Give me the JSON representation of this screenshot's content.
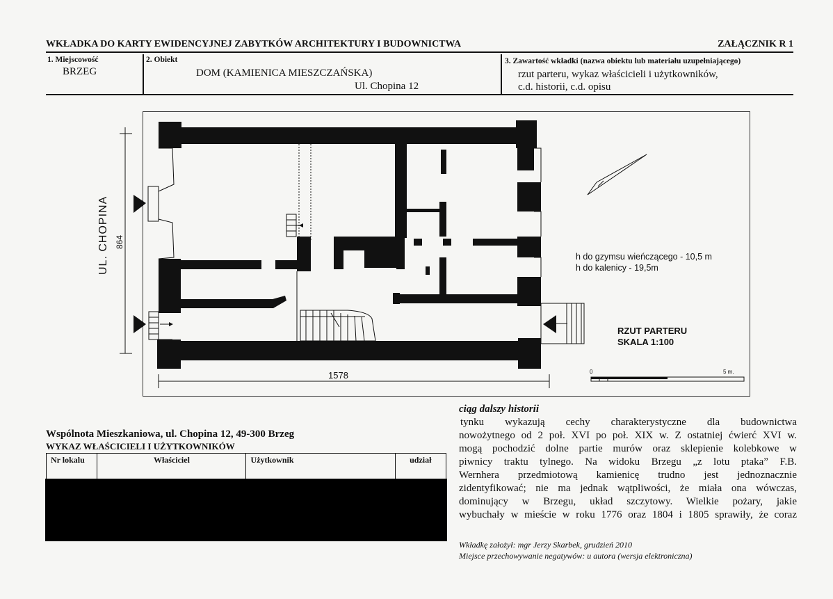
{
  "header": {
    "title": "WKŁADKA DO KARTY EWIDENCYJNEJ ZABYTKÓW ARCHITEKTURY I BUDOWNICTWA",
    "attachment": "ZAŁĄCZNIK R 1"
  },
  "fields": {
    "locality_label": "1. Miejscowość",
    "locality_value": "BRZEG",
    "object_label": "2. Obiekt",
    "object_value": "DOM (KAMIENICA MIESZCZAŃSKA)",
    "object_address": "Ul. Chopina 12",
    "contents_label": "3. Zawartość wkładki (nazwa obiektu lub materiału uzupełniającego)",
    "contents_line1": "rzut parteru, wykaz właścicieli i użytkowników,",
    "contents_line2": "c.d. historii, c.d. opisu"
  },
  "plan": {
    "street_label": "UL. CHOPINA",
    "depth_dimension": "864",
    "width_dimension": "1578",
    "height_cornice": "h do gzymsu wieńczącego - 10,5 m",
    "height_ridge": "h do kalenicy - 19,5m",
    "title": "RZUT PARTERU",
    "scale": "SKALA 1:100",
    "scalebar_start": "0",
    "scalebar_end": "5 m."
  },
  "owners": {
    "association": "Wspólnota Mieszkaniowa, ul. Chopina 12, 49-300 Brzeg",
    "list_title": "WYKAZ WŁAŚCICIELI I UŻYTKOWNIKÓW",
    "col_nr": "Nr lokalu",
    "col_owner": "Właściciel",
    "col_user": "Użytkownik",
    "col_share": "udział"
  },
  "history": {
    "heading": "ciąg dalszy historii",
    "lines": [
      "tynku wykazują cechy charakterystyczne dla budownictwa",
      "nowożytnego od 2 poł. XVI po poł. XIX w. Z ostatniej ćwierć XVI w.",
      "mogą pochodzić dolne partie murów oraz sklepienie kolebkowe w",
      "piwnicy traktu tylnego. Na widoku Brzegu „z lotu ptaka” F.B.",
      "Wernhera przedmiotową kamienicę trudno jest jednoznacznie",
      "zidentyfikować; nie ma jednak wątpliwości, że miała ona wówczas,",
      "dominujący w Brzegu, układ szczytowy. Wielkie pożary, jakie",
      "wybuchały w mieście w roku 1776 oraz 1804 i 1805 sprawiły, że coraz"
    ]
  },
  "footer": {
    "author": "Wkładkę założył: mgr Jerzy Skarbek, grudzień 2010",
    "negatives": "Miejsce przechowywanie negatywów: u autora (wersja elektroniczna)"
  },
  "colors": {
    "ink": "#111111",
    "paper": "#f6f6f4",
    "redaction": "#000000"
  }
}
